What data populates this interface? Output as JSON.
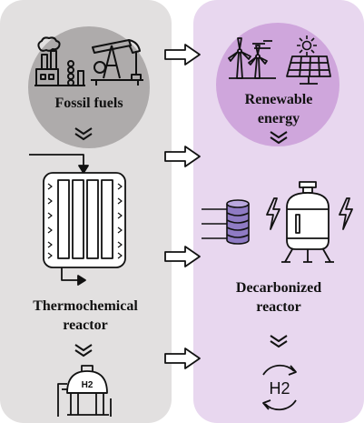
{
  "left_panel": {
    "source_label": "Fossil fuels",
    "reactor_label_line1": "Thermochemical",
    "reactor_label_line2": "reactor",
    "output_icon_text": "H2"
  },
  "right_panel": {
    "source_label_line1": "Renewable",
    "source_label_line2": "energy",
    "reactor_label_line1": "Decarbonized",
    "reactor_label_line2": "reactor",
    "output_icon_text": "H2"
  },
  "icons": [
    "factory-icon",
    "oil-pumpjack-icon",
    "wind-turbine-icon",
    "sun-icon",
    "solar-panel-icon",
    "reactor-tubes-icon",
    "induction-coil-icon",
    "lightning-icon",
    "pressure-vessel-icon",
    "hydrogen-tank-icon",
    "hydrogen-cycle-icon",
    "double-chevron-icon",
    "arrow-right-icon"
  ],
  "colors": {
    "left_panel": "#e2e0e0",
    "right_panel": "#e8d7ef",
    "left_circle": "#aeabab",
    "right_circle": "#cfa6dc",
    "coil": "#8f7bc4"
  }
}
